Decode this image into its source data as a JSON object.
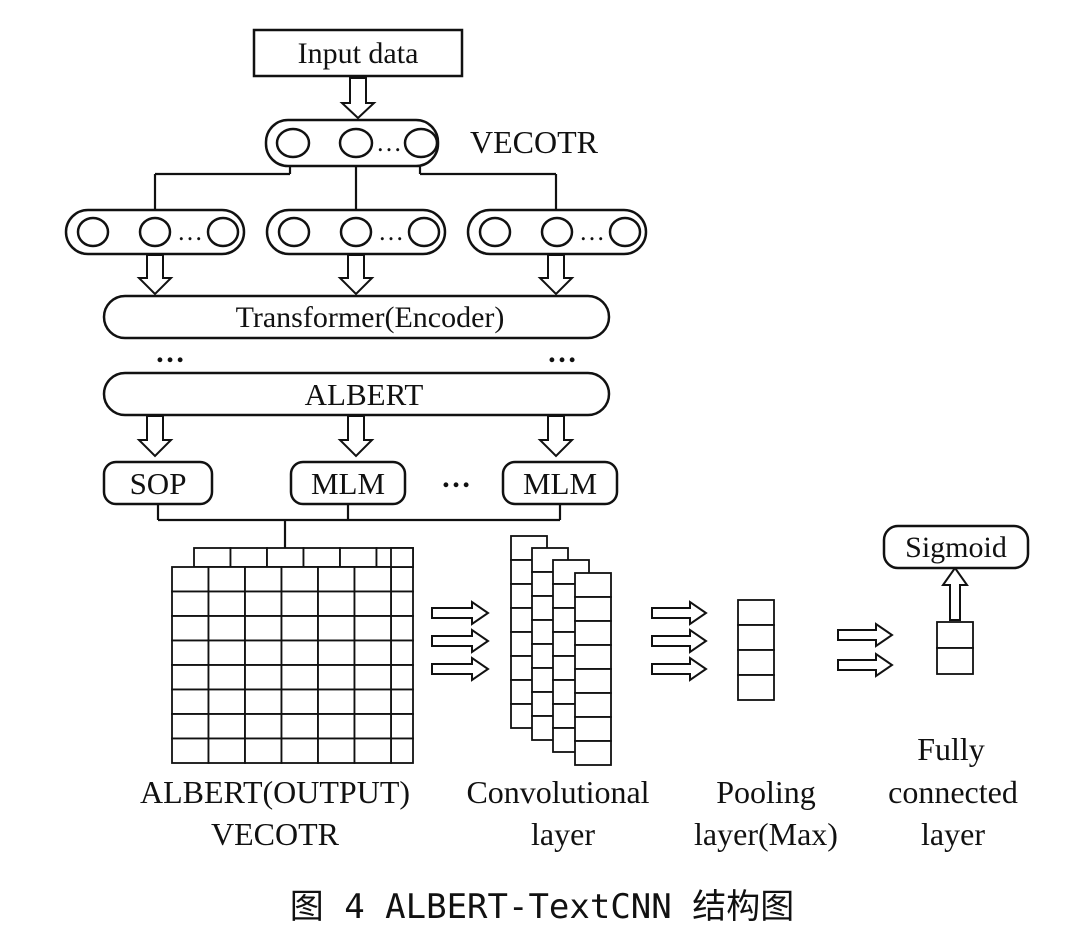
{
  "labels": {
    "input": "Input data",
    "vector": "VECOTR",
    "transformer": "Transformer(Encoder)",
    "albert": "ALBERT",
    "sop": "SOP",
    "mlm": "MLM",
    "ellipsis": "…",
    "sigmoid": "Sigmoid",
    "output_line1": "ALBERT(OUTPUT)",
    "output_line2": "VECOTR",
    "conv_line1": "Convolutional",
    "conv_line2": "layer",
    "pool_line1": "Pooling",
    "pool_line2": "layer(Max)",
    "fc_line1": "Fully",
    "fc_line2": "connected",
    "fc_line3": "layer"
  },
  "caption": "图 4  ALBERT-TextCNN 结构图"
}
